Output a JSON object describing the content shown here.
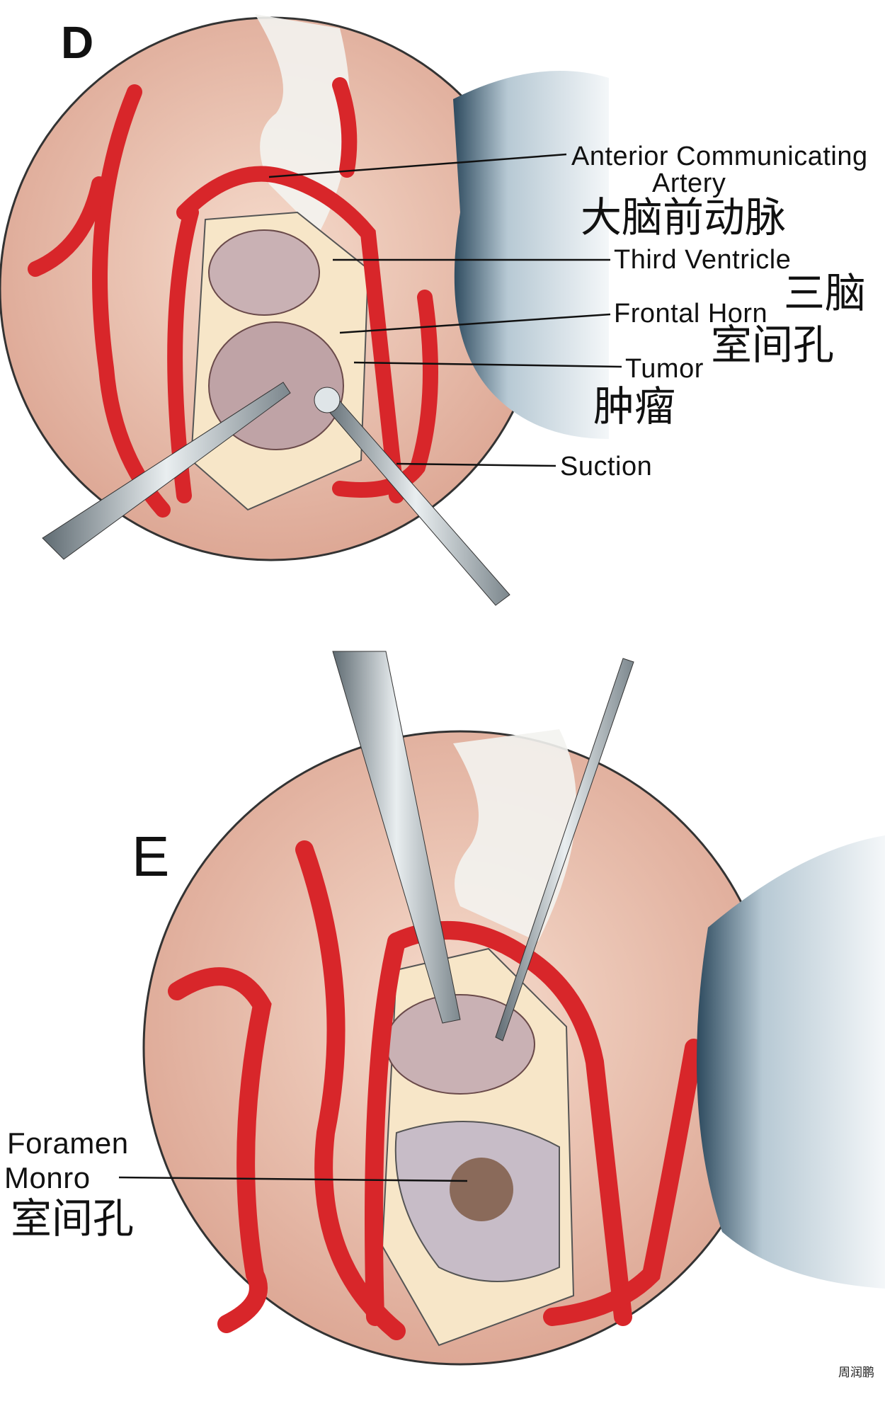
{
  "panels": [
    {
      "letter": "D",
      "labels": {
        "acoa_line1": "Anterior Communicating",
        "acoa_line2": "Artery",
        "acoa_zh": "大脑前动脉",
        "third_ventricle": "Third Ventricle",
        "third_ventricle_zh": "三脑",
        "frontal_horn": "Frontal Horn",
        "frontal_horn_zh": "室间孔",
        "tumor": "Tumor",
        "tumor_zh": "肿瘤",
        "suction": "Suction"
      }
    },
    {
      "letter": "E",
      "labels": {
        "foramen_line1": "Foramen",
        "foramen_line2": "Monro",
        "foramen_zh": "室间孔"
      }
    }
  ],
  "watermark": "周润鹏",
  "colors": {
    "artery": "#d8262a",
    "brain": "#efc2b0",
    "tumor": "#bfa3a6",
    "instrument": "#a9b4bb"
  }
}
